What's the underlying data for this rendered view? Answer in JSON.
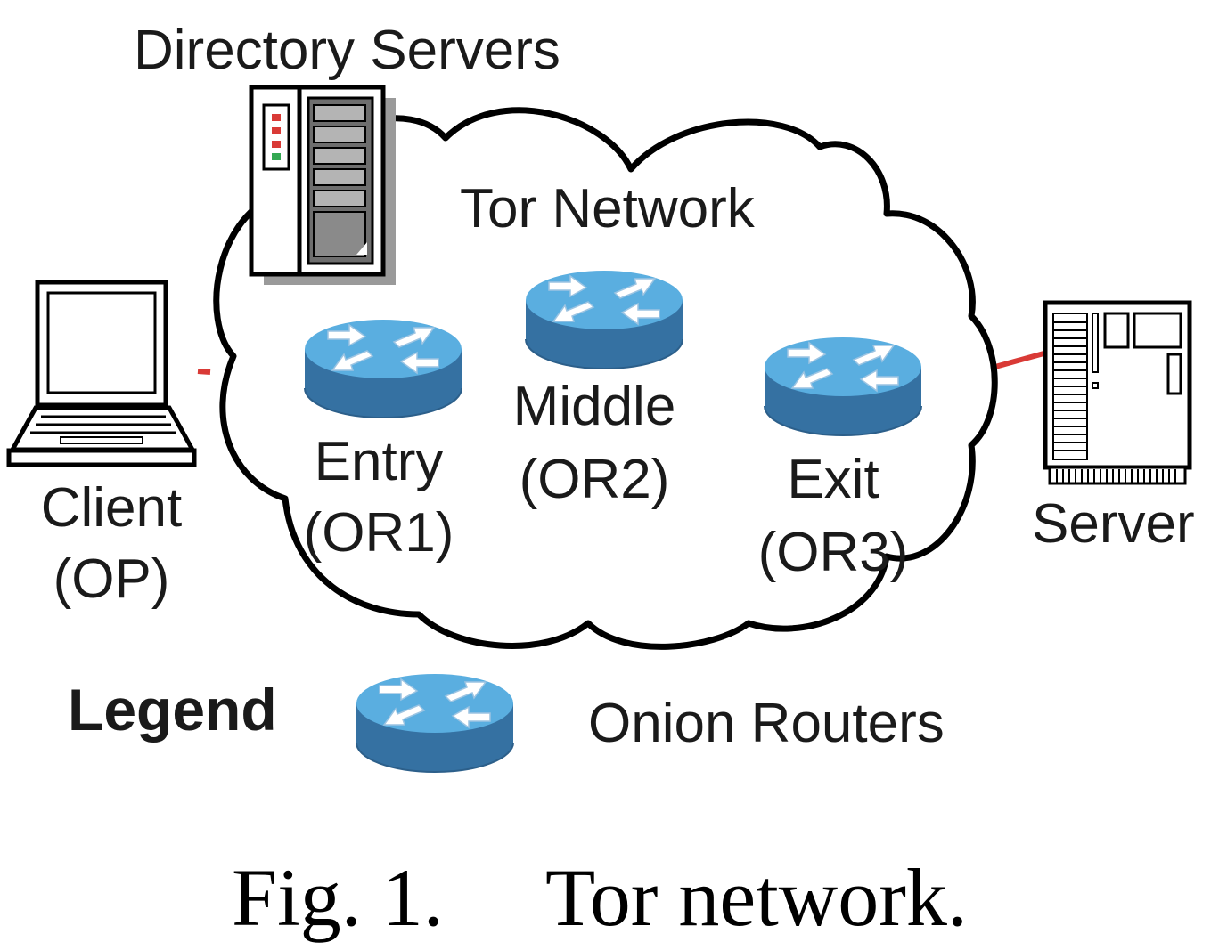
{
  "labels": {
    "directory_servers": "Directory Servers",
    "tor_network": "Tor Network",
    "client": "Client",
    "client_sub": "(OP)",
    "entry": "Entry",
    "entry_sub": "(OR1)",
    "middle": "Middle",
    "middle_sub": "(OR2)",
    "exit": "Exit",
    "exit_sub": "(OR3)",
    "server": "Server",
    "legend": "Legend",
    "onion_routers": "Onion Routers"
  },
  "caption": {
    "fig": "Fig. 1.",
    "title": "Tor network."
  },
  "colors": {
    "router_top": "#5aaee0",
    "router_side": "#3571a2",
    "link": "#d93a36",
    "outline": "#000000"
  },
  "icons": {
    "router": "router-icon",
    "laptop": "laptop-icon",
    "server": "server-tower-icon",
    "directory": "server-rack-icon",
    "cloud": "cloud-shape"
  }
}
